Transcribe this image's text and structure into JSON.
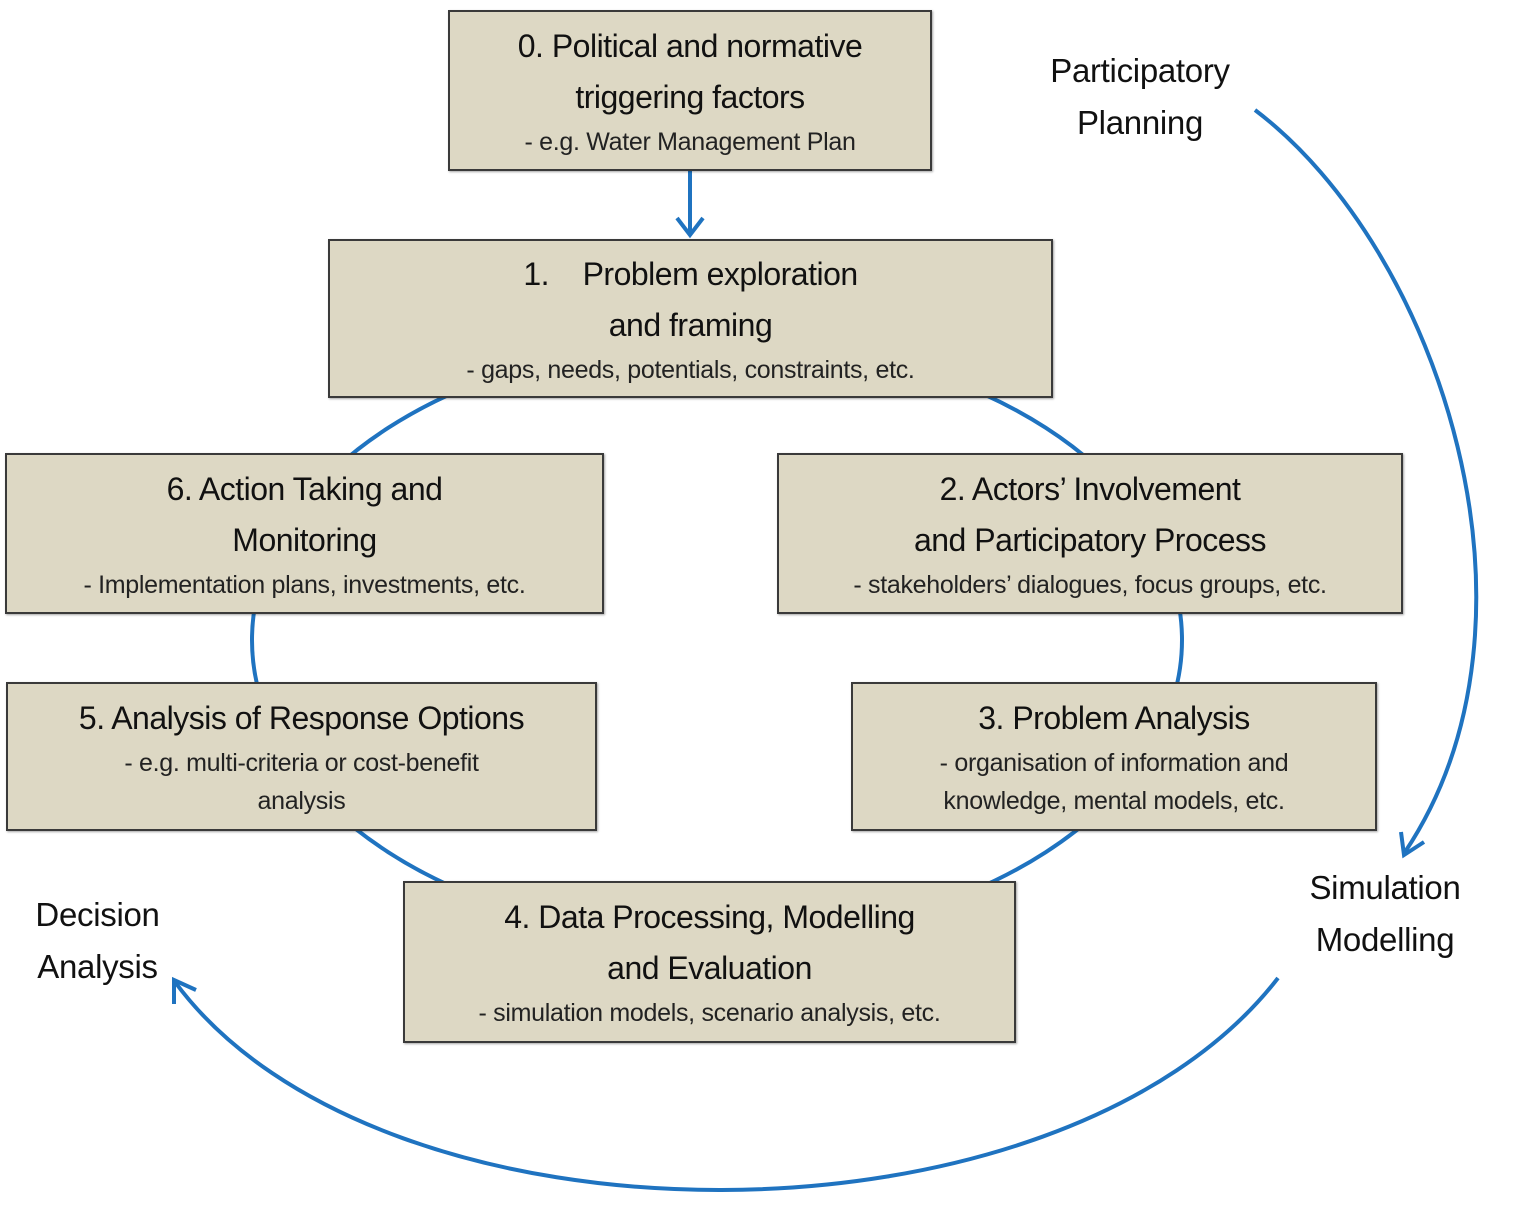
{
  "colors": {
    "box_fill": "#ddd8c4",
    "box_border": "#3a3a3a",
    "arrow": "#1f73c0"
  },
  "boxes": [
    {
      "title": [
        "0. Political and normative",
        "triggering factors"
      ],
      "subtitle": [
        "- e.g. Water Management Plan"
      ]
    },
    {
      "title": [
        "1.    Problem exploration",
        "and framing"
      ],
      "subtitle": [
        "- gaps, needs, potentials, constraints, etc."
      ]
    },
    {
      "title": [
        "2. Actors’ Involvement",
        "and Participatory Process"
      ],
      "subtitle": [
        "- stakeholders’ dialogues, focus groups, etc."
      ]
    },
    {
      "title": [
        "3. Problem Analysis"
      ],
      "subtitle": [
        "- organisation of information and",
        "knowledge, mental models, etc."
      ]
    },
    {
      "title": [
        "4. Data Processing, Modelling",
        "and Evaluation"
      ],
      "subtitle": [
        "- simulation models, scenario analysis, etc."
      ]
    },
    {
      "title": [
        "5. Analysis of Response Options"
      ],
      "subtitle": [
        "- e.g. multi-criteria or cost-benefit",
        "analysis"
      ]
    },
    {
      "title": [
        "6. Action Taking and",
        "Monitoring"
      ],
      "subtitle": [
        "- Implementation plans, investments, etc."
      ]
    }
  ],
  "labels": {
    "participatory": [
      "Participatory",
      "Planning"
    ],
    "simulation": [
      "Simulation",
      "Modelling"
    ],
    "decision": [
      "Decision",
      "Analysis"
    ]
  }
}
